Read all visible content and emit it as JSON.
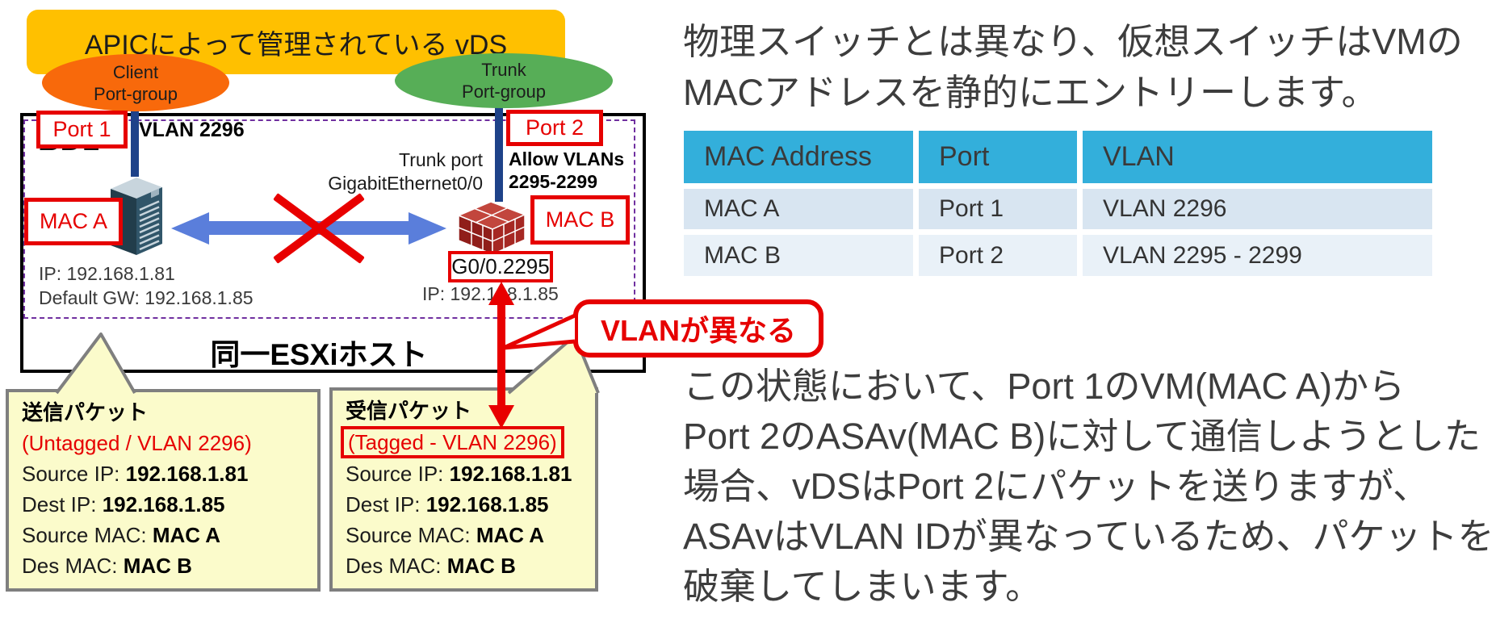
{
  "diagram": {
    "banner_title": "APICによって管理されている vDS",
    "client_ellipse": {
      "line1": "Client",
      "line2": "Port-group"
    },
    "trunk_ellipse": {
      "line1": "Trunk",
      "line2": "Port-group"
    },
    "bd_label": "BD1",
    "vlan_label": "VLAN 2296",
    "port1_label": "Port 1",
    "port2_label": "Port 2",
    "trunk_port": {
      "line1": "Trunk port",
      "line2": "GigabitEthernet0/0"
    },
    "allow_vlans": {
      "line1": "Allow VLANs",
      "line2": "2295-2299"
    },
    "mac_a_label": "MAC A",
    "mac_b_label": "MAC B",
    "subinterface_label": "G0/0.2295",
    "vm_ip": "IP: 192.168.1.81",
    "vm_gw": "Default GW: 192.168.1.85",
    "asav_ip": "IP: 192.168.1.85",
    "host_label": "同一ESXiホスト",
    "vlan_mismatch_callout": "VLANが異なる",
    "icons": {
      "server": "server-icon",
      "firewall": "firewall-icon",
      "blocked": "x-mark-icon"
    }
  },
  "packets": {
    "sent": {
      "title": "送信パケット",
      "tag_note": "(Untagged / VLAN 2296)",
      "rows": [
        {
          "label": "Source IP: ",
          "value": "192.168.1.81"
        },
        {
          "label": "Dest IP: ",
          "value": "192.168.1.85"
        },
        {
          "label": "Source MAC: ",
          "value": "MAC A"
        },
        {
          "label": "Des MAC: ",
          "value": "MAC B"
        }
      ]
    },
    "received": {
      "title": "受信パケット",
      "tag_note": "(Tagged - VLAN 2296)",
      "rows": [
        {
          "label": "Source IP: ",
          "value": "192.168.1.81"
        },
        {
          "label": "Dest IP: ",
          "value": "192.168.1.85"
        },
        {
          "label": "Source MAC: ",
          "value": "MAC A"
        },
        {
          "label": "Des MAC: ",
          "value": "MAC B"
        }
      ]
    }
  },
  "side": {
    "intro_text": "物理スイッチとは異なり、仮想スイッチはVMの\nMACアドレスを静的にエントリーします。",
    "explanation_text": "この状態において、Port 1のVM(MAC A)から\nPort 2のASAv(MAC B)に対して通信しようとした\n場合、vDSはPort 2にパケットを送りますが、\nASAvはVLAN IDが異なっているため、パケットを\n破棄してしまいます。"
  },
  "table": {
    "headers": [
      "MAC Address",
      "Port",
      "VLAN"
    ],
    "rows": [
      [
        "MAC A",
        "Port 1",
        "VLAN 2296"
      ],
      [
        "MAC B",
        "Port 2",
        "VLAN 2295 - 2299"
      ]
    ]
  },
  "colors": {
    "banner": "#FFC000",
    "client_ellipse": "#F8690B",
    "trunk_ellipse": "#57AE57",
    "link_blue": "#1e4289",
    "arrow_blue": "#5a7edb",
    "alert_red": "#e60000",
    "callout_yellow": "#FBFBCB",
    "table_header": "#33AFDB",
    "table_row_odd": "#D8E5F1",
    "table_row_even": "#E9F1F8",
    "dashed_purple": "#7030A0"
  }
}
